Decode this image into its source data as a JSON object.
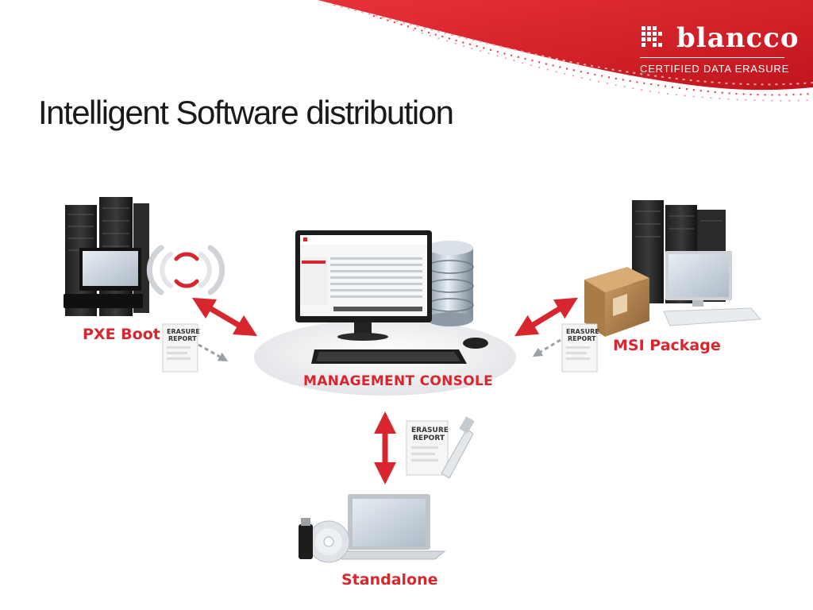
{
  "slide": {
    "title": "Intelligent Software distribution"
  },
  "brand": {
    "name": "blancco",
    "tagline": "CERTIFIED DATA ERASURE",
    "accent_color": "#d7262d"
  },
  "nodes": {
    "pxe_boot": "PXE Boot",
    "msi_package": "MSI Package",
    "management_console": "MANAGEMENT CONSOLE",
    "standalone": "Standalone"
  },
  "report": {
    "line1": "ERASURE",
    "line2": "REPORT"
  }
}
